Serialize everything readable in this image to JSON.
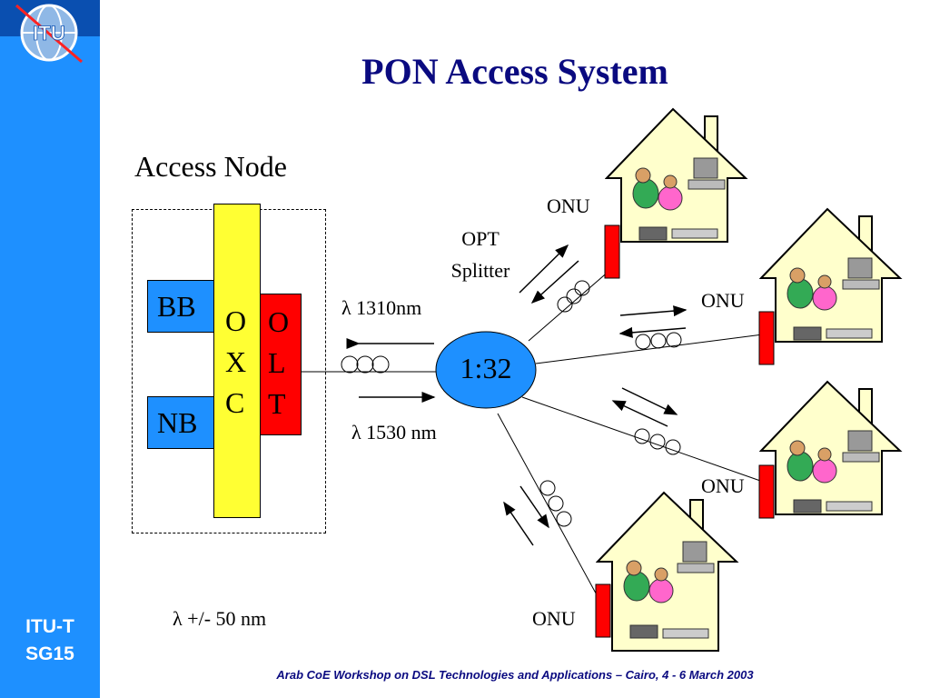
{
  "sidebar": {
    "logo_text": "ITU",
    "label_line1": "ITU-T",
    "label_line2": "SG15"
  },
  "title": "PON Access System",
  "access_node": {
    "label": "Access Node",
    "bb": "BB",
    "nb": "NB",
    "oxc": [
      "O",
      "X",
      "C"
    ],
    "olt": [
      "O",
      "L",
      "T"
    ]
  },
  "splitter": {
    "ratio": "1:32",
    "label_line1": "OPT",
    "label_line2": "Splitter"
  },
  "wavelengths": {
    "up_symbol": "λ",
    "up": "1310nm",
    "down_symbol": "λ",
    "down": "1530 nm",
    "tol_symbol": "λ",
    "tolerance": "+/- 50 nm"
  },
  "onu_labels": [
    "ONU",
    "ONU",
    "ONU",
    "ONU"
  ],
  "colors": {
    "sidebar": "#1e90ff",
    "title": "#0a0a80",
    "oxc": "#ffff33",
    "olt": "#ff0000",
    "bbnb": "#1e90ff",
    "splitter": "#1e90ff",
    "house": "#ffffcc"
  },
  "footer": "Arab CoE  Workshop on DSL Technologies and Applications – Cairo, 4 - 6 March 2003"
}
